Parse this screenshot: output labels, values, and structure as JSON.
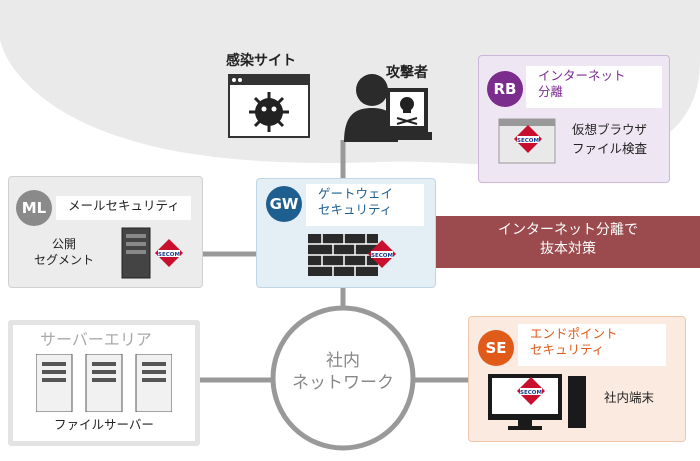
{
  "cloud": {
    "malicious_site_label": "感染サイト",
    "attacker_label": "攻撃者"
  },
  "rb": {
    "badge": "RB",
    "title": [
      "インターネット",
      "分離"
    ],
    "desc": [
      "仮想ブラウザ",
      "ファイル検査"
    ],
    "color": "#7b2d8e"
  },
  "ml": {
    "badge": "ML",
    "title": "メールセキュリティ",
    "segment": [
      "公開",
      "セグメント"
    ],
    "color": "#8a8a8a"
  },
  "gw": {
    "badge": "GW",
    "title": [
      "ゲートウェイ",
      "セキュリティ"
    ],
    "color": "#1f5f8f"
  },
  "banner": {
    "text": [
      "インターネット分離で",
      "抜本対策"
    ],
    "color": "#9b4a4d"
  },
  "server_area": {
    "title": "サーバーエリア",
    "caption": "ファイルサーバー"
  },
  "network": {
    "label": [
      "社内",
      "ネットワーク"
    ]
  },
  "se": {
    "badge": "SE",
    "title": [
      "エンドポイント",
      "セキュリティ"
    ],
    "pc_label": "社内端末",
    "color": "#e05a1a"
  },
  "secom_logo": "SECOM"
}
